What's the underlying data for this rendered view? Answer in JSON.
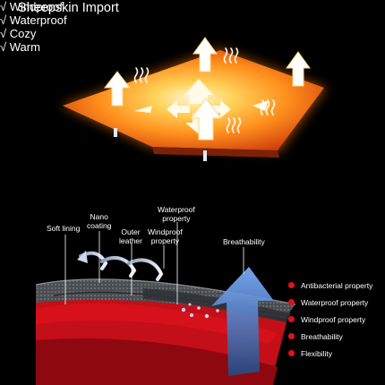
{
  "title": "Sheepskin Import",
  "features": [
    "√ Windproof",
    "√ Waterproof",
    "√ Cozy",
    "√ Warm"
  ],
  "layer_labels": {
    "soft_lining": "Soft lining",
    "nano_coating": "Nano\ncoating",
    "outer_leather": "Outer\nleather",
    "windproof_property": "Windproof\nproperty",
    "waterproof_property": "Waterproof\nproperty",
    "breathability": "Breathability"
  },
  "legend": [
    {
      "label": "Antibacterial property",
      "color": "#e0121b"
    },
    {
      "label": "Waterproof property",
      "color": "#e0121b"
    },
    {
      "label": "Windproof property",
      "color": "#e0121b"
    },
    {
      "label": "Breathability",
      "color": "#e0121b"
    },
    {
      "label": "Flexibility",
      "color": "#e0121b"
    }
  ],
  "icons": [
    "up-arrow-icon",
    "heat-wave-icon",
    "wind-swirl-icon",
    "water-drop-icon"
  ],
  "colors": {
    "heat_core": "#fff3c0",
    "heat_mid": "#ff9a1f",
    "heat_edge": "#d33e0a",
    "lining_red": "#d7111b",
    "fabric_gray": "#55585c",
    "airflow_blue": "#4f7fd0"
  }
}
